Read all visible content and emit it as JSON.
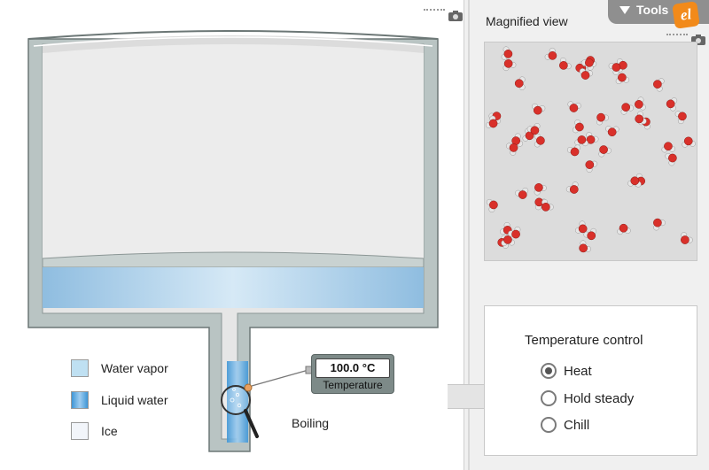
{
  "tools": {
    "label": "Tools",
    "logo_text": "el"
  },
  "magnified": {
    "title": "Magnified view"
  },
  "temperature_control": {
    "title": "Temperature control",
    "options": [
      {
        "label": "Heat",
        "selected": true
      },
      {
        "label": "Hold steady",
        "selected": false
      },
      {
        "label": "Chill",
        "selected": false
      }
    ]
  },
  "legend": [
    {
      "label": "Water vapor",
      "color": "#bfe0f2"
    },
    {
      "label": "Liquid water",
      "color": "#3f96d6"
    },
    {
      "label": "Ice",
      "color": "#f2f5fa"
    }
  ],
  "thermometer": {
    "value": "100.0 °C",
    "label": "Temperature"
  },
  "state": {
    "label": "Boiling"
  },
  "colors": {
    "container_wall": "#b9c4c3",
    "water": "#a9cde8",
    "molecule_oxygen": "#d9302a",
    "molecule_hydrogen": "#e6e6e6"
  }
}
